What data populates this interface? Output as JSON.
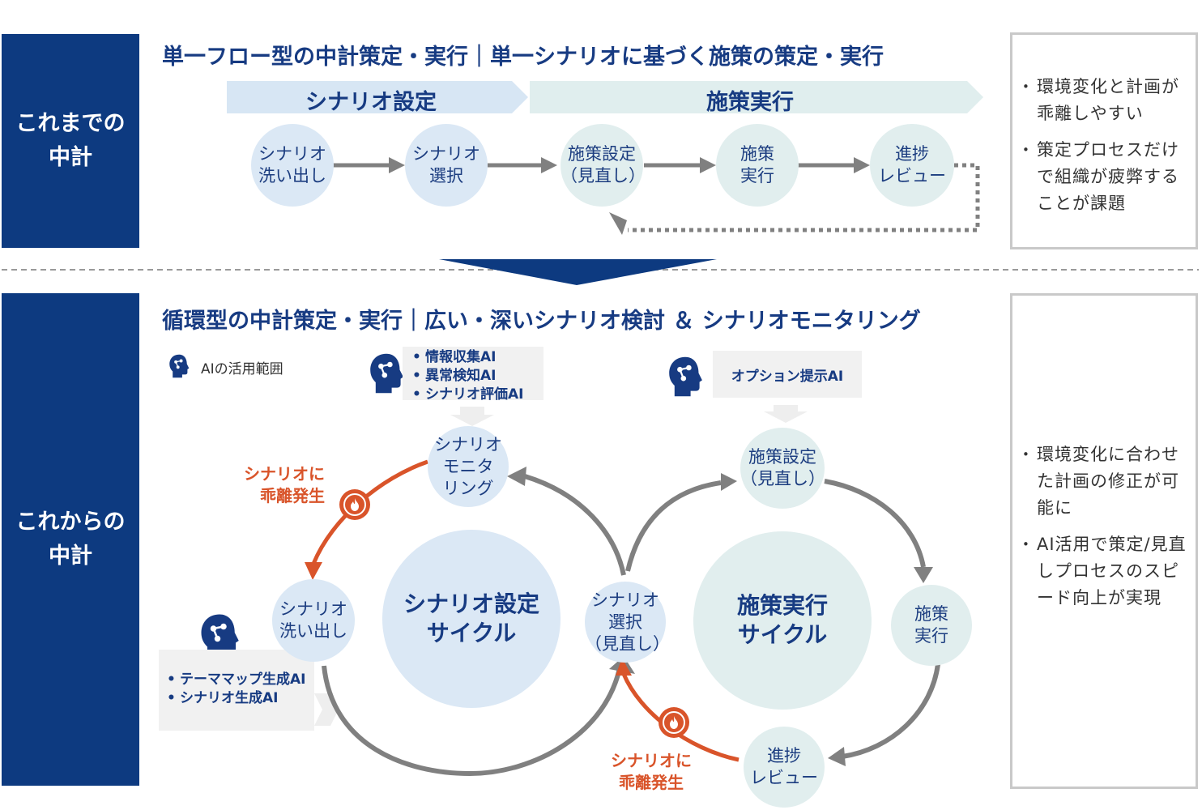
{
  "top": {
    "side_label": "これまでの\n中計",
    "heading": "単一フロー型の中計策定・実行｜単一シナリオに基づく施策の策定・実行",
    "phase1": "シナリオ設定",
    "phase2": "施策実行",
    "steps": [
      "シナリオ\n洗い出し",
      "シナリオ\n選択",
      "施策設定\n（見直し）",
      "施策\n実行",
      "進捗\nレビュー"
    ],
    "notes": [
      "環境変化と計画が乖離しやすい",
      "策定プロセスだけで組織が疲弊することが課題"
    ]
  },
  "bottom": {
    "side_label": "これからの\n中計",
    "heading": "循環型の中計策定・実行｜広い・深いシナリオ検討 ＆ シナリオモニタリング",
    "legend": "AIの活用範囲",
    "ai_monitor": [
      "情報収集AI",
      "異常検知AI",
      "シナリオ評価AI"
    ],
    "ai_option": "オプション提示AI",
    "ai_generate": [
      "テーママップ生成AI",
      "シナリオ生成AI"
    ],
    "nodes": {
      "monitor": "シナリオ\nモニタ\nリング",
      "washout": "シナリオ\n洗い出し",
      "select": "シナリオ\n選択\n（見直し）",
      "plan": "施策設定\n（見直し）",
      "execute": "施策\n実行",
      "review": "進捗\nレビュー"
    },
    "cycle1": "シナリオ設定\nサイクル",
    "cycle2": "施策実行\nサイクル",
    "deviation": "シナリオに\n乖離発生",
    "notes": [
      "環境変化に合わせた計画の修正が可能に",
      "AI活用で策定/見直しプロセスのスピード向上が実現"
    ]
  },
  "colors": {
    "navy": "#0d3a80",
    "accent_red": "#d9542a",
    "circle_blue": "#dbe8f5",
    "circle_green": "#e1eeee",
    "arrow_gray": "#808080"
  }
}
